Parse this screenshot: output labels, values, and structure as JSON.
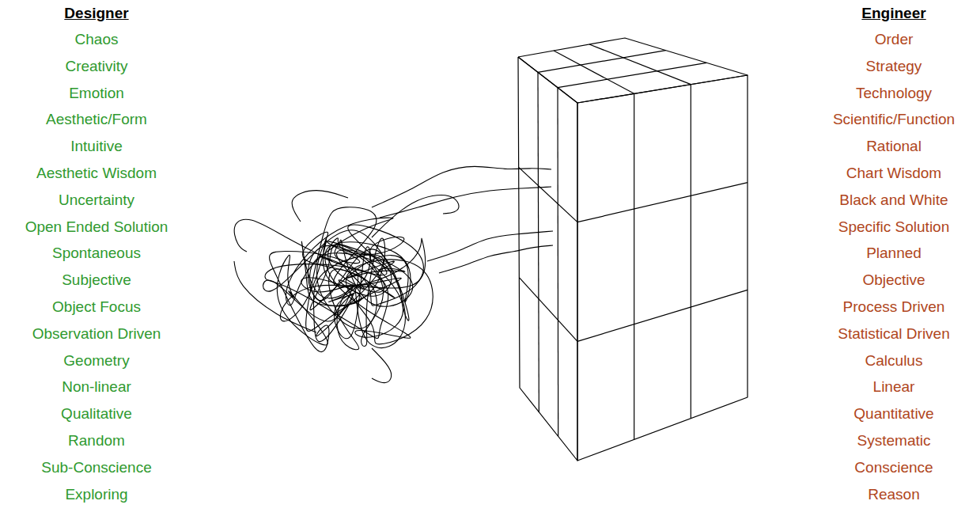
{
  "diagram": {
    "labels": [
      "Designer",
      "Chaos",
      "Creativity",
      "Emotion",
      "Aesthetic/Form",
      "Intuitive",
      "Aesthetic Wisdom",
      "Uncertainty",
      "Open Ended Solution",
      "Spontaneous",
      "Subjective",
      "Object Focus",
      "Observation Driven",
      "Geometry",
      "Non-linear",
      "Qualitative",
      "Random",
      "Sub-Conscience",
      "Exploring",
      "Engineer",
      "Order",
      "Strategy",
      "Technology",
      "Scientific/Function",
      "Rational",
      "Chart Wisdom",
      "Black and White",
      "Specific Solution",
      "Planned",
      "Objective",
      "Process Driven",
      "Statistical Driven",
      "Calculus",
      "Linear",
      "Quantitative",
      "Systematic",
      "Conscience",
      "Reason"
    ]
  }
}
